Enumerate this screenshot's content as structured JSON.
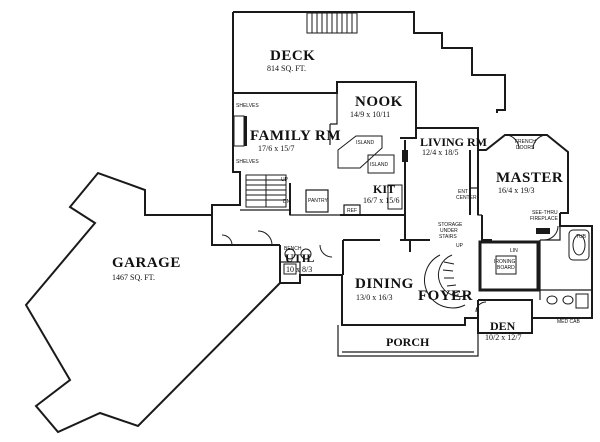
{
  "rooms": {
    "deck": {
      "name": "DECK",
      "size": "814 SQ. FT."
    },
    "nook": {
      "name": "NOOK",
      "size": "14/9 x 10/11"
    },
    "family": {
      "name": "FAMILY RM",
      "size": "17/6 x 15/7"
    },
    "living": {
      "name": "LIVING RM",
      "size": "12/4 x 18/5"
    },
    "master": {
      "name": "MASTER",
      "size": "16/4 x 19/3"
    },
    "kit": {
      "name": "KIT",
      "size": "16/7 x 15/6"
    },
    "garage": {
      "name": "GARAGE",
      "size": "1467 SQ. FT."
    },
    "util": {
      "name": "UTIL",
      "size": "10 x 8/3"
    },
    "dining": {
      "name": "DINING",
      "size": "13/0 x 16/3"
    },
    "foyer": {
      "name": "FOYER"
    },
    "den": {
      "name": "DEN",
      "size": "10/2 x 12/7"
    },
    "porch": {
      "name": "PORCH"
    }
  },
  "notes": {
    "shelves1": "SHELVES",
    "shelves2": "SHELVES",
    "island1": "ISLAND",
    "island2": "ISLAND",
    "up1": "UP",
    "dn": "DN",
    "pantry": "PANTRY",
    "ref": "REF",
    "ent_center_1": "ENT",
    "ent_center_2": "CENTER",
    "french_doors_1": "FRENCH",
    "french_doors_2": "DOORS",
    "see_thru_1": "SEE-THRU",
    "see_thru_2": "FIREPLACE",
    "storage_1": "STORAGE",
    "storage_2": "UNDER",
    "storage_3": "STAIRS",
    "up2": "UP",
    "lin": "LIN",
    "ironing_1": "IRONING",
    "ironing_2": "BOARD",
    "tub": "TUB",
    "med_car": "MED CAB",
    "bench": "BENCH"
  }
}
